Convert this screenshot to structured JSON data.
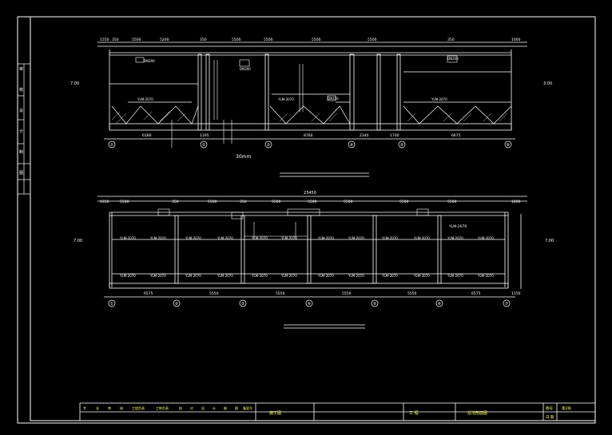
{
  "colors": {
    "background": "#000000",
    "line": "#ffffff",
    "dimension": "#ffffff",
    "title_text": "#ffff66"
  },
  "section1": {
    "dims_top": [
      "1550",
      "350",
      "5500",
      "5200",
      "350",
      "5500",
      "5500",
      "5500",
      "5500",
      "350",
      "1000"
    ],
    "dims_bottom": [
      "6180",
      "1195",
      "8760",
      "2340",
      "1740",
      "6675"
    ],
    "axis_labels": [
      "①",
      "②",
      "③",
      "④",
      "⑤",
      "⑥"
    ],
    "elev_left": "7.00",
    "elev_right": "3.00",
    "scale_note": "30mm",
    "hopper_labels": [
      "YLM-2070",
      "YLM-2070",
      "YLM-2070"
    ],
    "pipe_labels": [
      "DN200",
      "DN300",
      "DN150",
      "DN200"
    ]
  },
  "section2": {
    "total_dim": "23450",
    "dims_top": [
      "1550",
      "5500",
      "350",
      "5500",
      "350",
      "5500",
      "5500",
      "5500",
      "5500",
      "5500",
      "1000"
    ],
    "dims_bottom": [
      "6575",
      "5550",
      "5550",
      "5550",
      "5550",
      "6575",
      "1150"
    ],
    "axis_labels": [
      "①",
      "②",
      "③",
      "④",
      "⑤",
      "⑥",
      "⑦"
    ],
    "elev_left": "7.00",
    "elev_right": "7.00",
    "unit_label": "YLM-2070",
    "unit_labels_upper": [
      "YLM-2070",
      "YLM-2070",
      "YLM-2070",
      "YLM-2070",
      "YLM-2070",
      "YLM-2070",
      "YLM-2070",
      "YLM-2070",
      "YLM-2070",
      "YLM-2070",
      "YLM-2070",
      "YLM-2070"
    ],
    "unit_labels_lower": [
      "YLM-2070",
      "YLM-2070",
      "YLM-2070",
      "YLM-2070",
      "YLM-2070",
      "YLM-2070",
      "YLM-2070",
      "YLM-2070",
      "YLM-2070",
      "YLM-2070",
      "YLM-2070",
      "YLM-2070"
    ]
  },
  "title_block": {
    "cells": [
      "专",
      "业",
      "审",
      "核",
      "工程负责",
      "工种负责",
      "校",
      "对",
      "设",
      "计",
      "制",
      "图",
      "备案号"
    ],
    "drawing_no": "施工图",
    "project_label": "工 程",
    "drawing_title": "滤池剖面图",
    "sheet_label": "图号",
    "sheet_no": "第2张",
    "rev_label": "日 期",
    "rev_value": ""
  },
  "left_strip": [
    "审",
    "核",
    "设",
    "计",
    "制",
    "图"
  ]
}
